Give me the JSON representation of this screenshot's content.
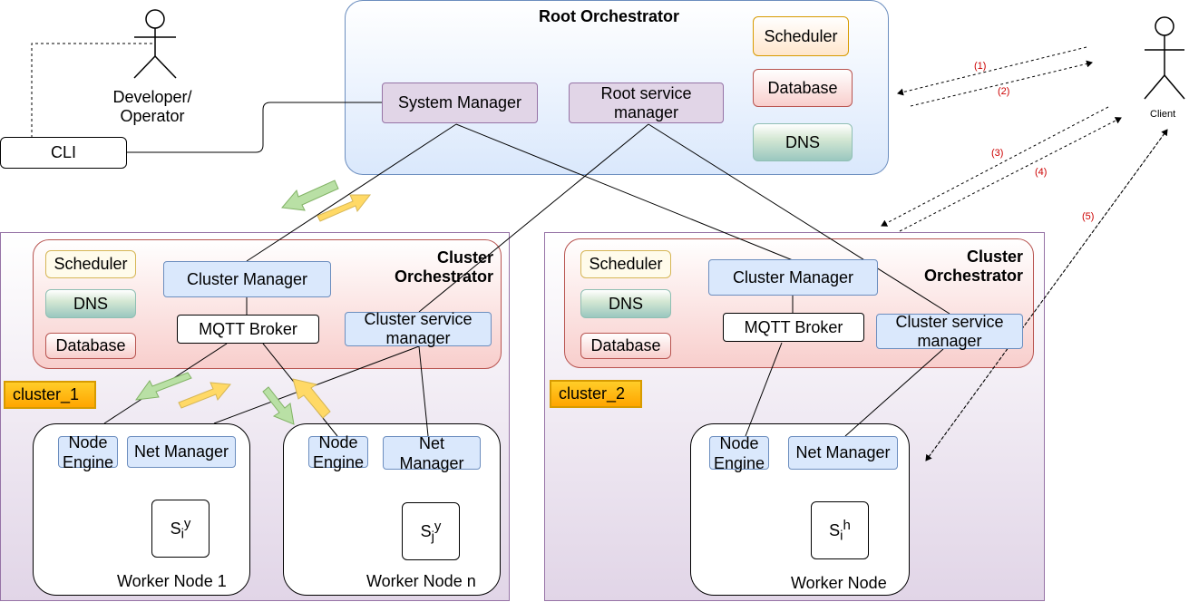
{
  "root": {
    "title": "Root Orchestrator",
    "system_manager": "System Manager",
    "root_service_manager": "Root service manager",
    "scheduler": "Scheduler",
    "database": "Database",
    "dns": "DNS"
  },
  "actors": {
    "developer": "Developer/ Operator",
    "client": "Client"
  },
  "cli": "CLI",
  "cluster1": {
    "tag": "cluster_1",
    "title": "Cluster Orchestrator",
    "scheduler": "Scheduler",
    "dns": "DNS",
    "database": "Database",
    "cluster_manager": "Cluster Manager",
    "mqtt_broker": "MQTT Broker",
    "cluster_service_manager": "Cluster service manager",
    "worker1": {
      "name": "Worker Node 1",
      "node_engine": "Node Engine",
      "net_manager": "Net Manager",
      "service": {
        "base": "S",
        "sub": "i",
        "sup": "y"
      }
    },
    "workerN": {
      "name": "Worker Node n",
      "node_engine": "Node Engine",
      "net_manager": "Net Manager",
      "service": {
        "base": "S",
        "sub": "j",
        "sup": "y"
      }
    }
  },
  "cluster2": {
    "tag": "cluster_2",
    "title": "Cluster Orchestrator",
    "scheduler": "Scheduler",
    "dns": "DNS",
    "database": "Database",
    "cluster_manager": "Cluster Manager",
    "mqtt_broker": "MQTT Broker",
    "cluster_service_manager": "Cluster service manager",
    "worker": {
      "name": "Worker Node",
      "node_engine": "Node Engine",
      "net_manager": "Net Manager",
      "service": {
        "base": "S",
        "sub": "i",
        "sup": "h"
      }
    }
  },
  "steps": [
    "(1)",
    "(2)",
    "(3)",
    "(4)",
    "(5)"
  ],
  "colors": {
    "step_label": "#cc0000",
    "green_arrow": "#b9e0a5",
    "orange_arrow": "#ffd966"
  }
}
